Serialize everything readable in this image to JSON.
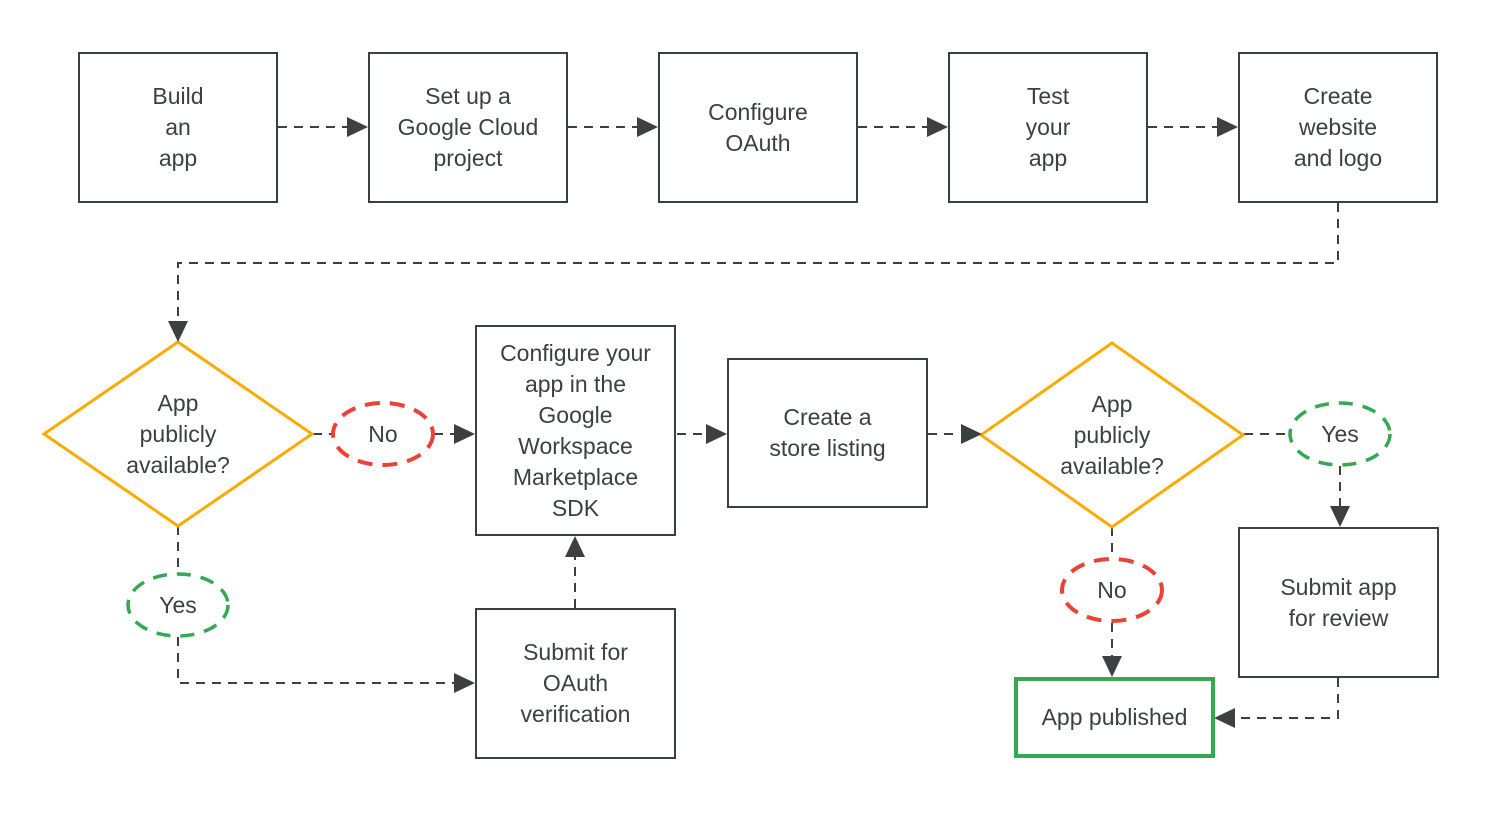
{
  "colors": {
    "line": "#3c4043",
    "text": "#3c4043",
    "box_border": "#3c4043",
    "decision_yellow": "#f9ab00",
    "no_red": "#ea4335",
    "yes_green": "#34a853",
    "published_green": "#34a853",
    "background": "#ffffff"
  },
  "nodes": {
    "build_app": {
      "label": "Build\nan\napp"
    },
    "setup_gcp": {
      "label": "Set up a\nGoogle Cloud\nproject"
    },
    "configure_oauth": {
      "label": "Configure\nOAuth"
    },
    "test_app": {
      "label": "Test\nyour\napp"
    },
    "create_website": {
      "label": "Create\nwebsite\nand logo"
    },
    "decision_left": {
      "label": "App\npublicly\navailable?"
    },
    "no_left": {
      "label": "No"
    },
    "yes_left": {
      "label": "Yes"
    },
    "configure_sdk": {
      "label": "Configure your\napp in the\nGoogle\nWorkspace\nMarketplace\nSDK"
    },
    "store_listing": {
      "label": "Create a\nstore listing"
    },
    "decision_right": {
      "label": "App\npublicly\navailable?"
    },
    "yes_right": {
      "label": "Yes"
    },
    "no_right": {
      "label": "No"
    },
    "submit_oauth": {
      "label": "Submit for\nOAuth\nverification"
    },
    "submit_review": {
      "label": "Submit app\nfor review"
    },
    "app_published": {
      "label": "App published"
    }
  },
  "edges": [
    {
      "from": "build_app",
      "to": "setup_gcp"
    },
    {
      "from": "setup_gcp",
      "to": "configure_oauth"
    },
    {
      "from": "configure_oauth",
      "to": "test_app"
    },
    {
      "from": "test_app",
      "to": "create_website"
    },
    {
      "from": "create_website",
      "to": "decision_left"
    },
    {
      "from": "decision_left",
      "to": "configure_sdk",
      "branch": "No"
    },
    {
      "from": "decision_left",
      "to": "submit_oauth",
      "branch": "Yes"
    },
    {
      "from": "submit_oauth",
      "to": "configure_sdk"
    },
    {
      "from": "configure_sdk",
      "to": "store_listing"
    },
    {
      "from": "store_listing",
      "to": "decision_right"
    },
    {
      "from": "decision_right",
      "to": "submit_review",
      "branch": "Yes"
    },
    {
      "from": "decision_right",
      "to": "app_published",
      "branch": "No"
    },
    {
      "from": "submit_review",
      "to": "app_published"
    }
  ]
}
